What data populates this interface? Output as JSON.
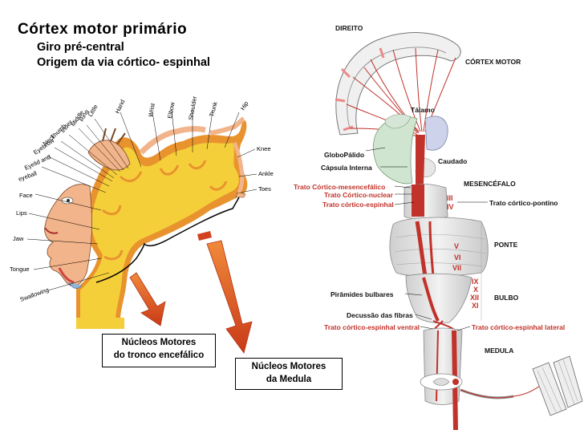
{
  "title": "Córtex motor primário",
  "subtitle_1": "Giro pré-central",
  "subtitle_2": "Origem da via córtico- espinhal",
  "homunculus_labels": {
    "little": "Little",
    "ring": "Ring",
    "middle": "Middle",
    "index": "Index",
    "thumb": "Thumb",
    "neck": "Neck",
    "eyebrow": "Eyebrow",
    "eyelid": "Eyelid and",
    "eyeball": "eyeball",
    "face": "Face",
    "lips": "Lips",
    "jaw": "Jaw",
    "tongue": "Tongue",
    "swallowing": "Swallowing",
    "hand": "Hand",
    "wrist": "Wrist",
    "elbow": "Elbow",
    "shoulder": "Shoulder",
    "trunk": "Trunk",
    "hip": "Hip",
    "knee": "Knee",
    "ankle": "Ankle",
    "toes": "Toes"
  },
  "boxes": {
    "brainstem_line1": "Núcleos Motores",
    "brainstem_line2": "do tronco encefálico",
    "spinal_line1": "Núcleos Motores",
    "spinal_line2": "da Medula"
  },
  "pathway_labels": {
    "direito": "DIREITO",
    "cortex_motor": "CÓRTEX MOTOR",
    "talamo": "Tálamo",
    "globo_palido": "GloboPálido",
    "caudado": "Caudado",
    "capsula_interna": "Cápsula Interna",
    "mesencefalo": "MESENCÉFALO",
    "trato_mesencefalico": "Trato Córtico-mesencefálico",
    "trato_nuclear": "Trato Córtico-nuclear",
    "trato_espinhal": "Trato córtico-espinhal",
    "trato_pontino": "Trato córtico-pontino",
    "ponte": "PONTE",
    "bulbo": "BULBO",
    "piramides": "Pirâmides bulbares",
    "decussacao": "Decussão das fibras",
    "trato_ventral": "Trato córtico-espinhal  ventral",
    "trato_lateral": "Trato córtico-espinhal  lateral",
    "medula": "MEDULA"
  },
  "cranial_nerves": [
    "III",
    "IV",
    "V",
    "VI",
    "VII",
    "IX",
    "X",
    "XII",
    "XI"
  ],
  "colors": {
    "cortex_yellow": "#f5cf3a",
    "cortex_orange": "#e8932e",
    "arrow_red": "#d2421f",
    "tract_red": "#c0322a",
    "brainstem_gray": "#d9d9d9",
    "thalamus_blue": "#cdd3ea",
    "basal_green": "#cfe5cf"
  }
}
